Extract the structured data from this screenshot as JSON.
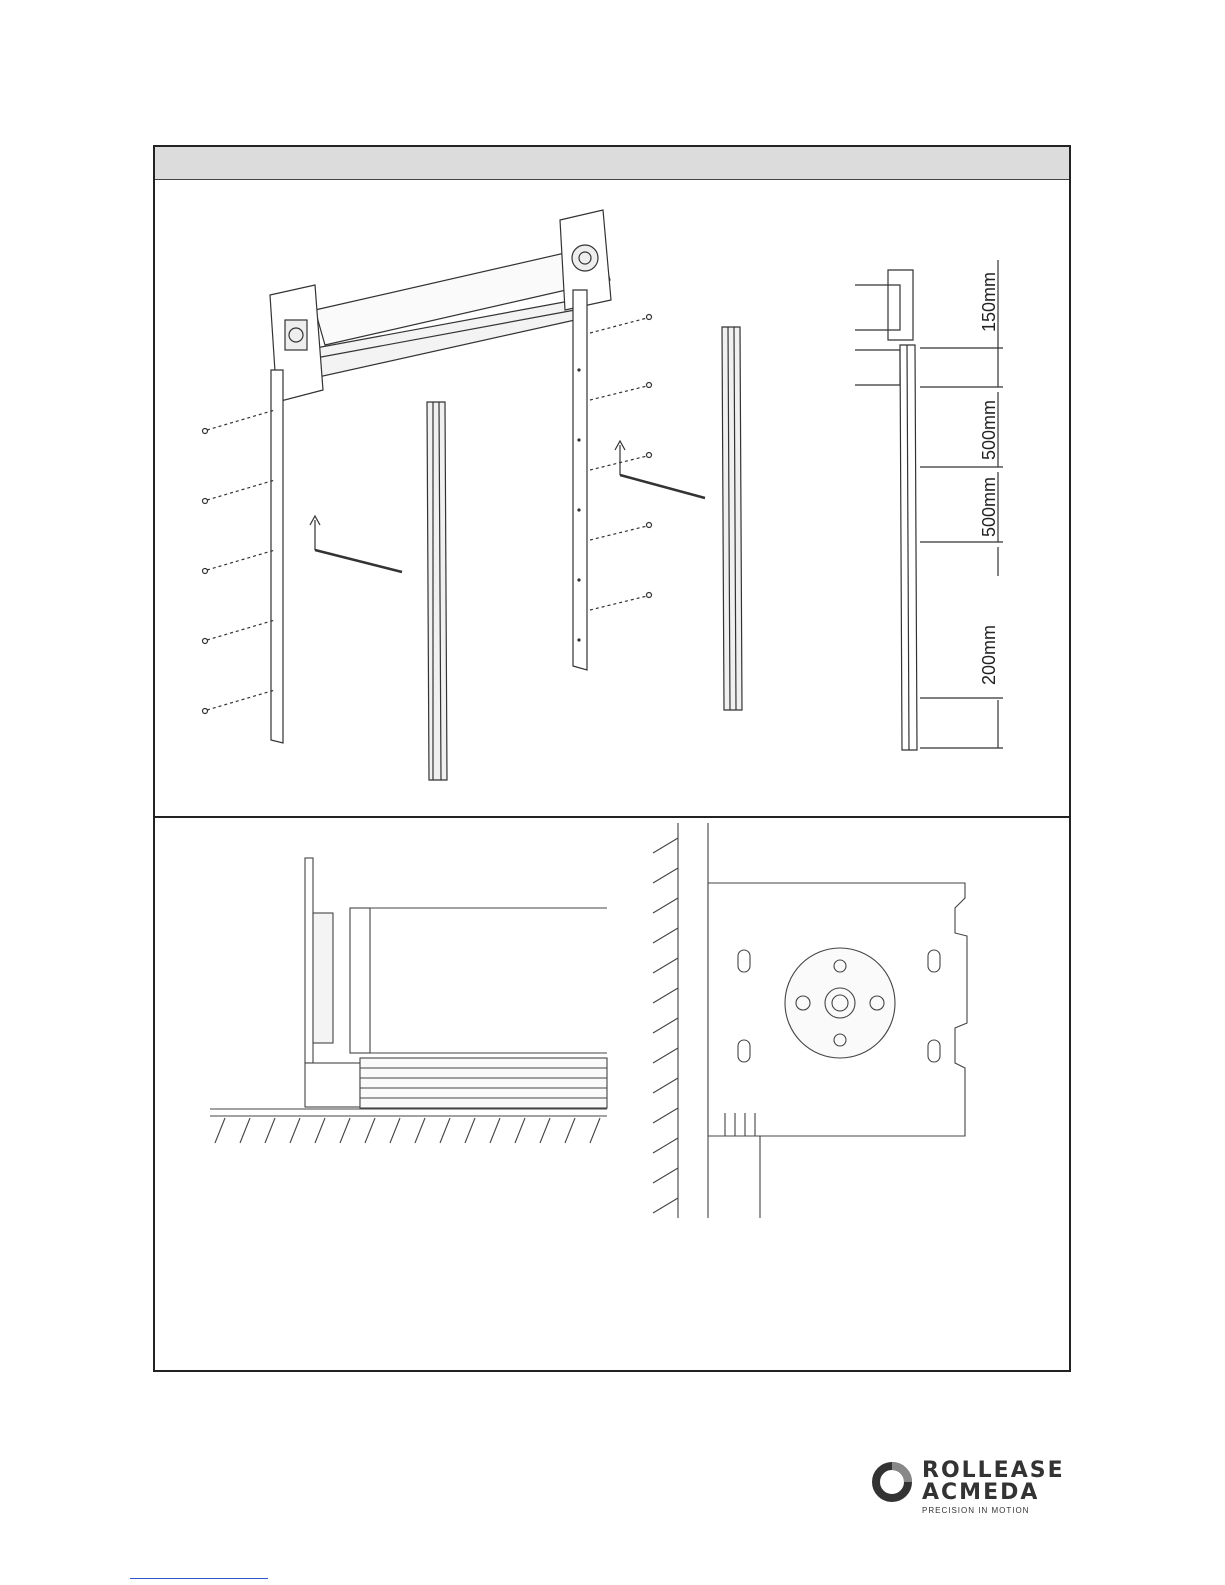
{
  "dimensions": {
    "d1": "150mm",
    "d2": "500mm",
    "d3": "500mm",
    "d4": "200mm"
  },
  "logo": {
    "line1": "ROLLEASE",
    "line2": "ACMEDA",
    "tagline": "PRECISION IN MOTION"
  },
  "colors": {
    "header_bar": "#dcdcdc",
    "line": "#222222",
    "logo_text": "#333333"
  }
}
